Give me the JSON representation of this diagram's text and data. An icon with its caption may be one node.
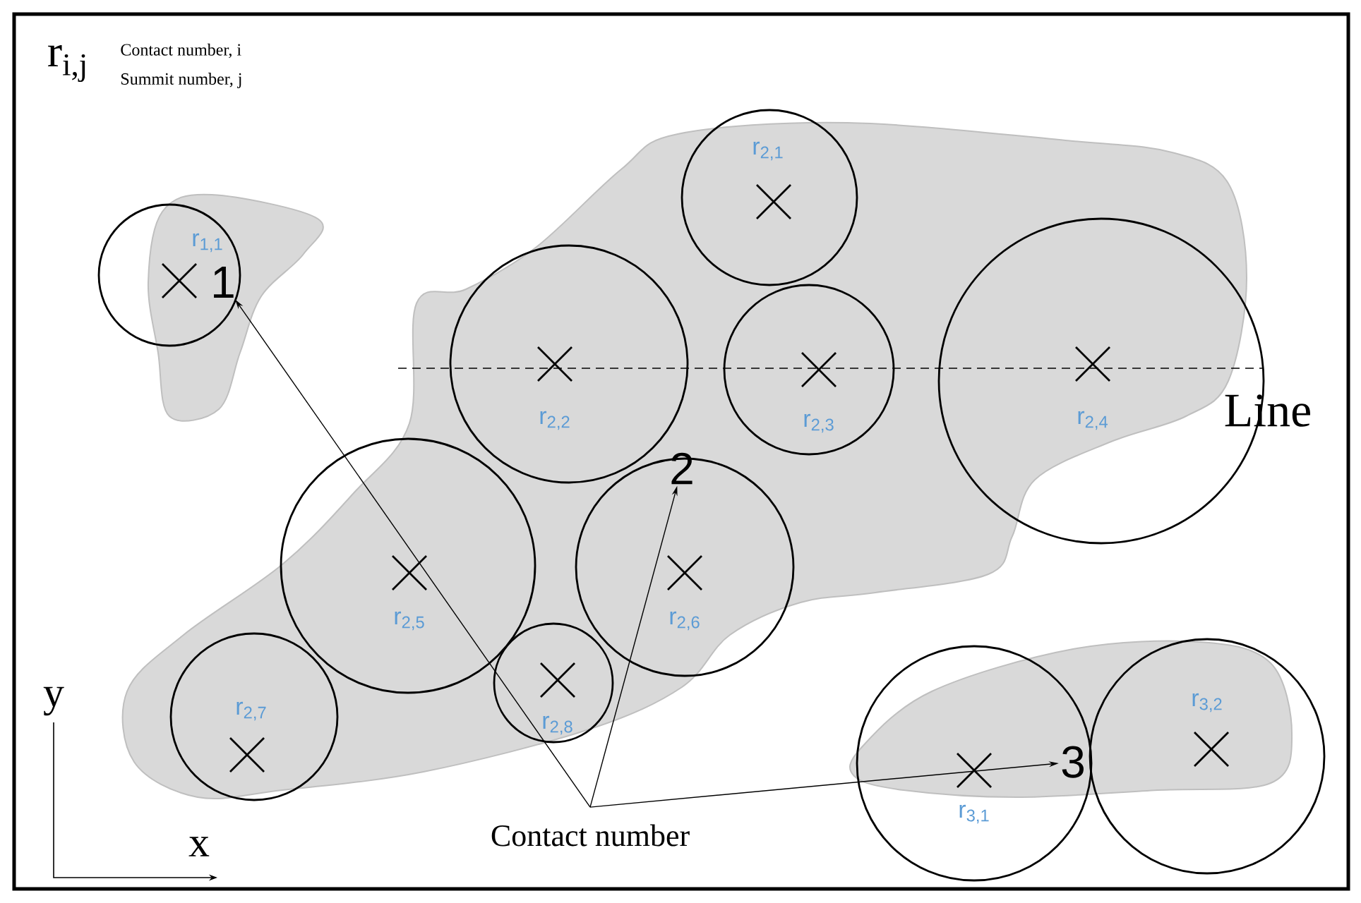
{
  "diagram": {
    "nodes": [
      {
        "text": [
          "r$_{1,1}$"
        ]
      },
      {
        "text": [
          "1"
        ],
        "in": 0
      },
      {
        "text": [
          "r$_{2,1}$"
        ]
      },
      {
        "text": [
          "r$_{2,2}$"
        ]
      },
      {
        "text": [
          "r$_{2,3}$"
        ]
      },
      {
        "text": [
          "r$_{2,4}$"
        ]
      },
      {
        "text": [
          "2"
        ]
      },
      {
        "text": [
          "r$_{2,5}$"
        ]
      },
      {
        "text": [
          "r$_{2,6}$"
        ]
      },
      {
        "text": [
          "r$_{2,8}$"
        ]
      },
      {
        "text": [
          "r$_{2,7}$"
        ]
      },
      {
        "text": [
          "r$_{3,2}$"
        ]
      },
      {
        "text": [
          "r$_{3,1}$"
        ]
      },
      {
        "text": [
          "3"
        ],
        "in": 12
      },
      {
        "text": [
          "Contact number"
        ]
      }
    ],
    "edges": [
      {
        "from": 14,
        "to": 1,
        "arrow": "to"
      },
      {
        "from": 14,
        "to": 6,
        "arrow": "to"
      },
      {
        "from": 14,
        "to": 13,
        "arrow": "to"
      }
    ],
    "labels": [
      "r$_{i,j}$",
      "Contact number, i",
      "Summit number, j",
      "Line",
      "y",
      "x"
    ]
  }
}
